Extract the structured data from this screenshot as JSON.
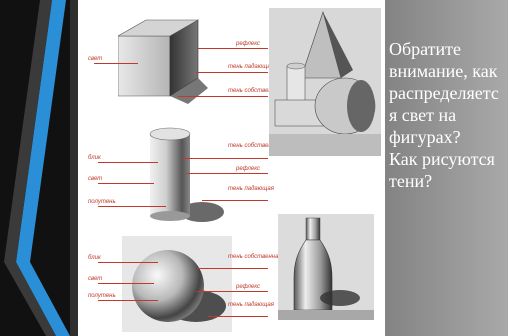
{
  "slide": {
    "question_lines": [
      "Обратите",
      "внимание, как",
      "распределяетс",
      "я свет на",
      "фигурах?",
      "Как рисуются",
      "тени?"
    ]
  },
  "cube_labels": {
    "light": "свет",
    "reflex": "рефлекс",
    "cast_shadow": "тень падающая",
    "own_shadow": "тень собственная"
  },
  "cylinder_labels": {
    "highlight": "блик",
    "light": "свет",
    "halftone": "полутень",
    "own_shadow": "тень собственная",
    "reflex": "рефлекс",
    "cast_shadow": "тень падающая"
  },
  "sphere_labels": {
    "highlight": "блик",
    "light": "свет",
    "halftone": "полутень",
    "own_shadow": "тень собственная",
    "reflex": "рефлекс",
    "cast_shadow": "тень падающая"
  },
  "colors": {
    "label_red": "#c0392b",
    "accent_blue": "#2a8fd6",
    "text_white": "#ffffff"
  }
}
